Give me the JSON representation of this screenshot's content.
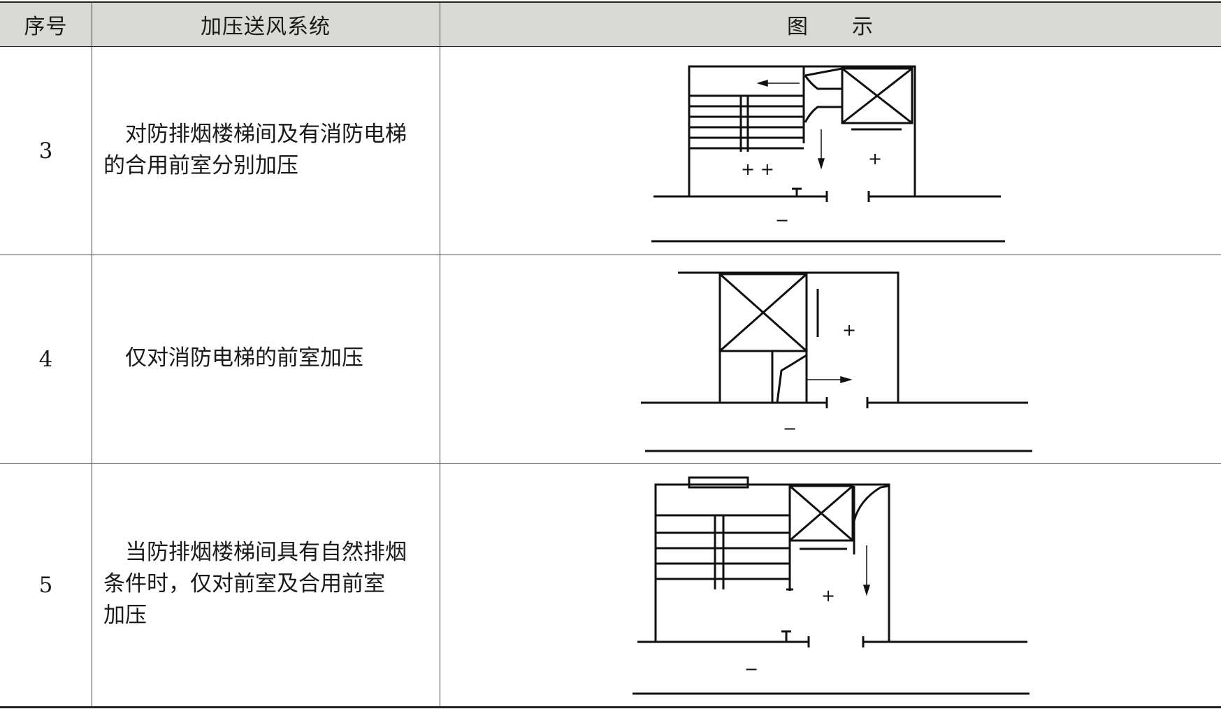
{
  "headers": {
    "number": "序号",
    "system": "加压送风系统",
    "figure": "图　　示"
  },
  "rows": [
    {
      "number": "3",
      "description": "对防排烟楼梯间及有消防电梯的合用前室分别加压",
      "desc_lines": [
        "　对防排烟楼梯间及有消防电梯",
        "的合用前室分别加压"
      ],
      "figure_marks": {
        "plus_left": "+ +",
        "plus_right": "+",
        "minus": "−"
      }
    },
    {
      "number": "4",
      "description": "仅对消防电梯的前室加压",
      "desc_lines": [
        "　仅对消防电梯的前室加压"
      ],
      "figure_marks": {
        "plus": "+",
        "minus": "−"
      }
    },
    {
      "number": "5",
      "description": "当防排烟楼梯间具有自然排烟条件时，仅对前室及合用前室加压",
      "desc_lines": [
        "　当防排烟楼梯间具有自然排烟",
        "条件时，仅对前室及合用前室",
        "加压"
      ],
      "figure_marks": {
        "plus": "+",
        "minus": "−"
      }
    }
  ]
}
